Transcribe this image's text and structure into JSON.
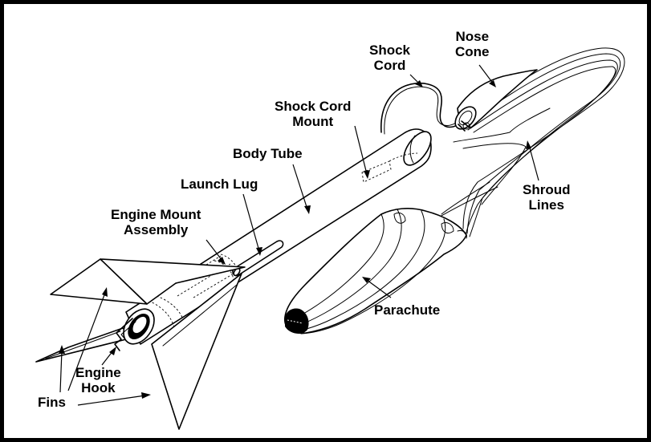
{
  "diagram": {
    "labels": {
      "shock_cord": [
        "Shock",
        "Cord"
      ],
      "nose_cone": [
        "Nose",
        "Cone"
      ],
      "shock_cord_mount": [
        "Shock Cord",
        "Mount"
      ],
      "body_tube": "Body Tube",
      "launch_lug": "Launch Lug",
      "engine_mount_assembly": [
        "Engine Mount",
        "Assembly"
      ],
      "shroud_lines": [
        "Shroud",
        "Lines"
      ],
      "parachute": "Parachute",
      "engine_hook": [
        "Engine",
        "Hook"
      ],
      "fins": "Fins"
    },
    "colors": {
      "ink": "#000000",
      "background": "#ffffff"
    }
  }
}
